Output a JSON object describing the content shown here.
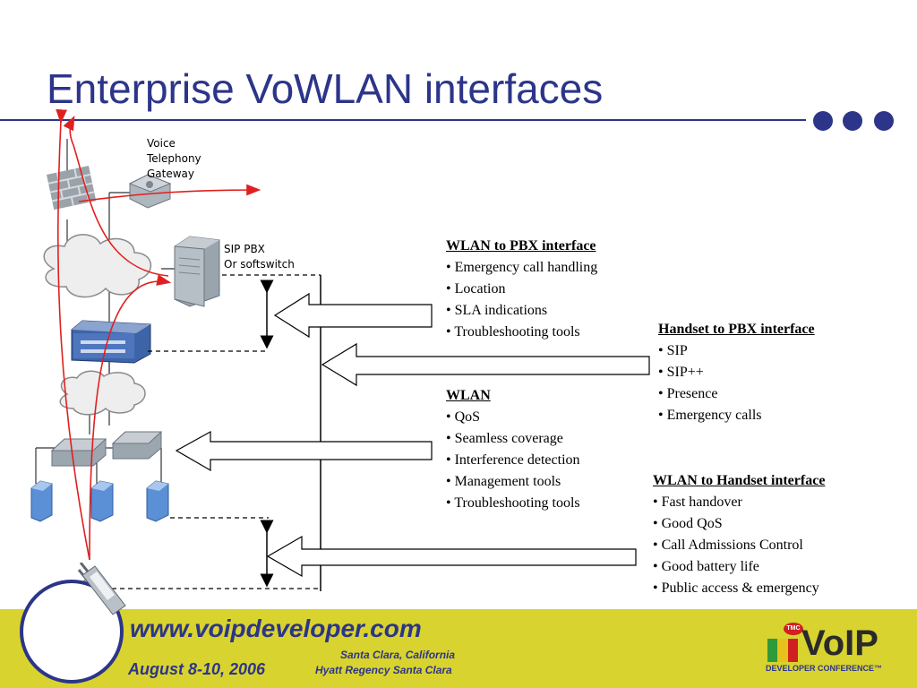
{
  "slide": {
    "title": "Enterprise VoWLAN interfaces"
  },
  "labels": {
    "gateway_line1": "Voice",
    "gateway_line2": "Telephony",
    "gateway_line3": "Gateway",
    "pbx_line1": "SIP PBX",
    "pbx_line2": "Or softswitch"
  },
  "boxes": {
    "wlan_pbx": {
      "heading": "WLAN to PBX interface",
      "items": [
        "• Emergency call handling",
        "• Location",
        "• SLA indications",
        "• Troubleshooting tools"
      ]
    },
    "handset_pbx": {
      "heading": "Handset to PBX interface",
      "items": [
        "• SIP",
        "• SIP++",
        "• Presence",
        "• Emergency calls"
      ]
    },
    "wlan": {
      "heading": "WLAN ",
      "items": [
        "• QoS",
        "• Seamless coverage",
        "• Interference detection",
        "• Management tools",
        "• Troubleshooting tools"
      ]
    },
    "wlan_handset": {
      "heading": "WLAN to Handset interface",
      "items": [
        "• Fast handover",
        "• Good QoS",
        "• Call Admissions Control",
        "• Good battery life",
        "• Public access & emergency"
      ]
    }
  },
  "footer": {
    "url": "www.voipdeveloper.com",
    "date": "August 8-10, 2006",
    "venue_line1": "Santa Clara, California",
    "venue_line2": "Hyatt Regency Santa Clara",
    "logo_tmc": "TMC",
    "logo_text": "VoIP",
    "logo_sub": "DEVELOPER CONFERENCE™"
  },
  "colors": {
    "brand_blue": "#2c3589",
    "footer_yellow": "#d9d32f",
    "signal_red": "#e02020"
  },
  "icons": [
    "firewall-icon",
    "gateway-icon",
    "cloud-icon",
    "server-icon",
    "switch-icon",
    "access-point-icon",
    "phone-icon"
  ]
}
